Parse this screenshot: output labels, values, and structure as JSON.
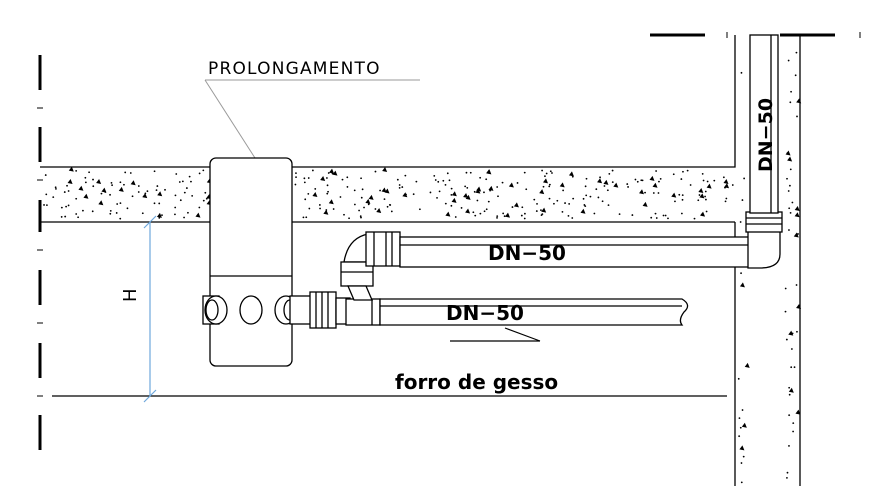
{
  "labels": {
    "prolongamento": "PROLONGAMENTO",
    "pipe_upper": "DN−50",
    "pipe_lower": "DN−50",
    "pipe_vertical": "DN−50",
    "ceiling": "forro de gesso",
    "height_dim": "H"
  },
  "colors": {
    "line": "#000000",
    "dimension": "#6fa8dc",
    "leader": "#9a9a9a",
    "concrete_dot": "#000000"
  }
}
